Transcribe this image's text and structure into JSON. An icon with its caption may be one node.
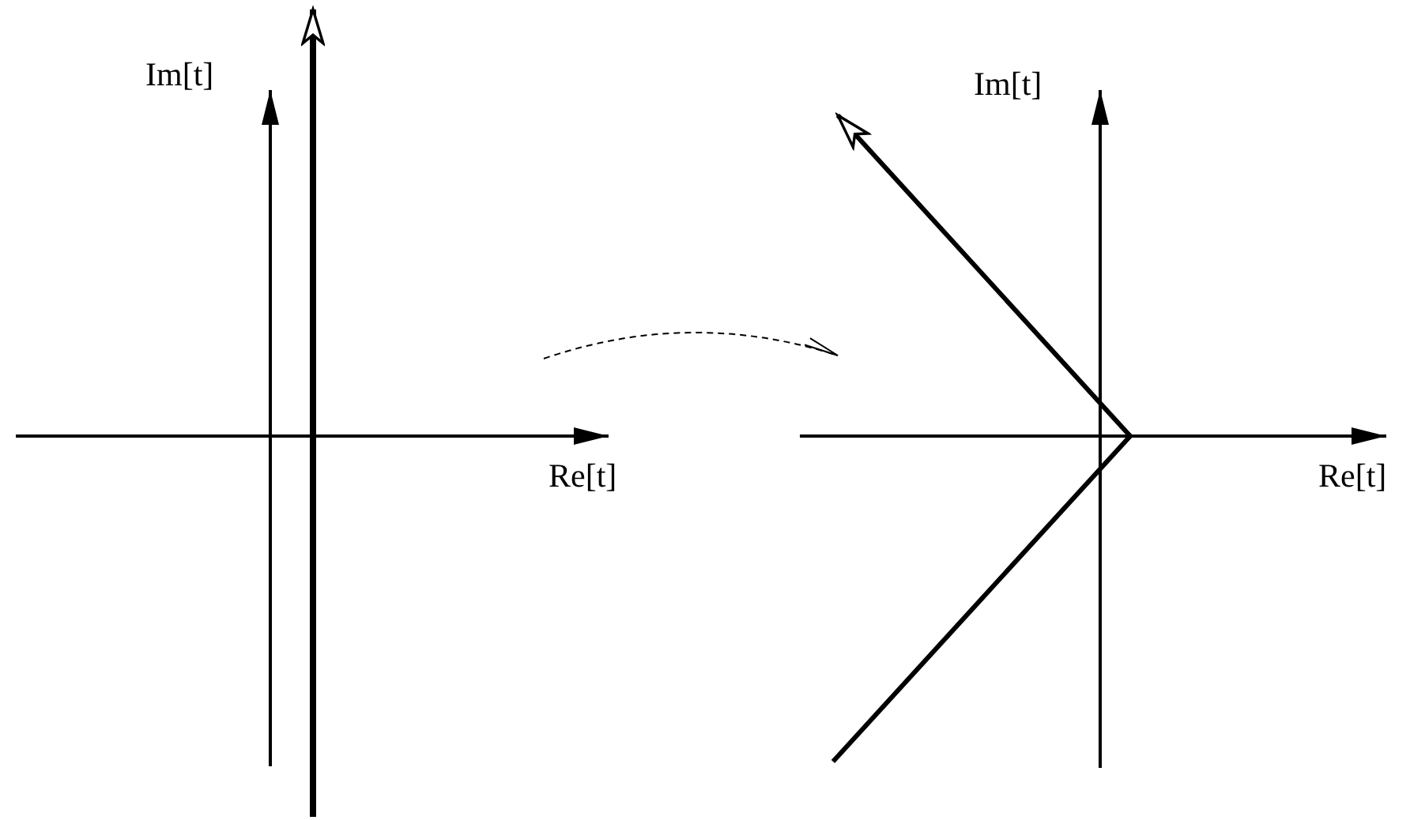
{
  "diagram": {
    "labels": [
      "Im[t]",
      "Re[t]",
      "Im[t]",
      "Re[t]"
    ]
  }
}
